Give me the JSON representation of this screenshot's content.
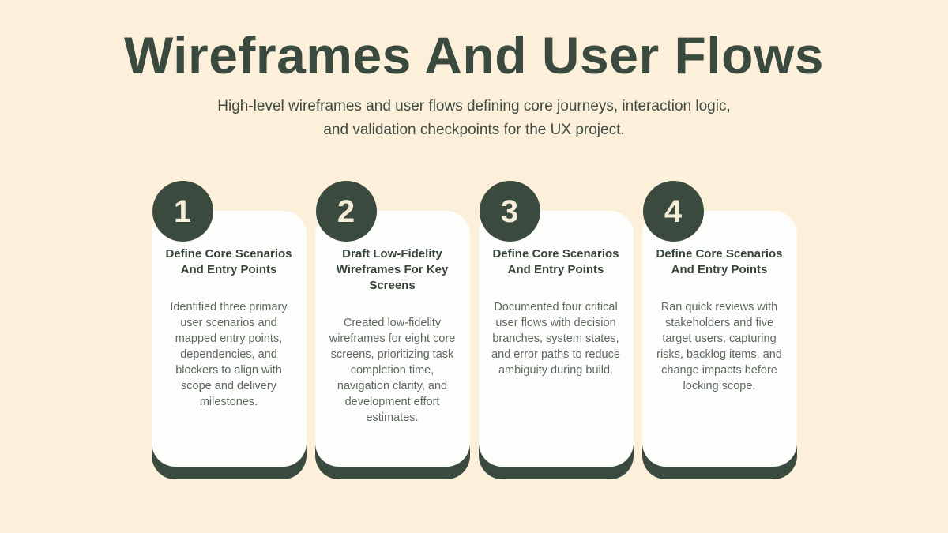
{
  "slide": {
    "title": "Wireframes And User Flows",
    "subtitle_line1": "High-level wireframes and user flows defining core journeys, interaction logic,",
    "subtitle_line2": "and validation checkpoints for the UX project."
  },
  "colors": {
    "background": "#FCF0DA",
    "dark_green": "#3B4A3E",
    "card_background": "#FDFDFC",
    "number_cream": "#F6EDD8",
    "card_title_text": "#35443A",
    "card_body_text": "#5C685F"
  },
  "steps": [
    {
      "number": "1",
      "title": "Define Core Scenarios And Entry Points",
      "description": "Identified three primary user scenarios and mapped entry points, dependencies, and blockers to align with scope and delivery milestones."
    },
    {
      "number": "2",
      "title": "Draft Low-Fidelity Wireframes For Key Screens",
      "description": "Created low-fidelity wireframes for eight core screens, prioritizing task completion time, navigation clarity, and development effort estimates."
    },
    {
      "number": "3",
      "title": "Define Core Scenarios And Entry Points",
      "description": "Documented four critical user flows with decision branches, system states, and error paths to reduce ambiguity during build."
    },
    {
      "number": "4",
      "title": "Define Core Scenarios And Entry Points",
      "description": "Ran quick reviews with stakeholders and five target users, capturing risks, backlog items, and change impacts before locking scope."
    }
  ]
}
